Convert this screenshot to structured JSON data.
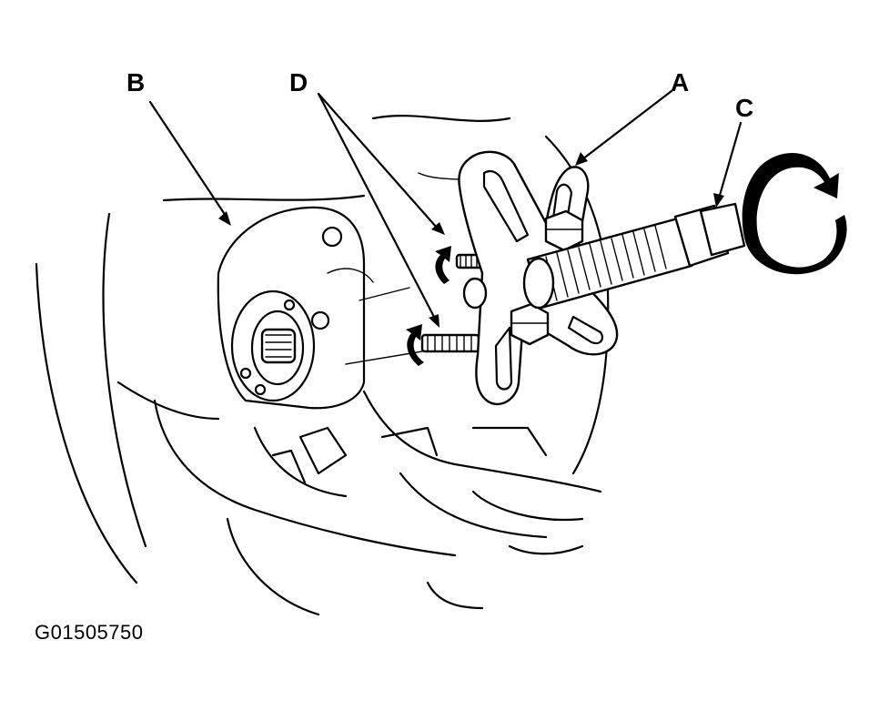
{
  "callouts": {
    "a": "A",
    "b": "B",
    "c": "C",
    "d": "D"
  },
  "figure_code": "G01505750",
  "colors": {
    "line": "#000000",
    "background": "#ffffff"
  }
}
